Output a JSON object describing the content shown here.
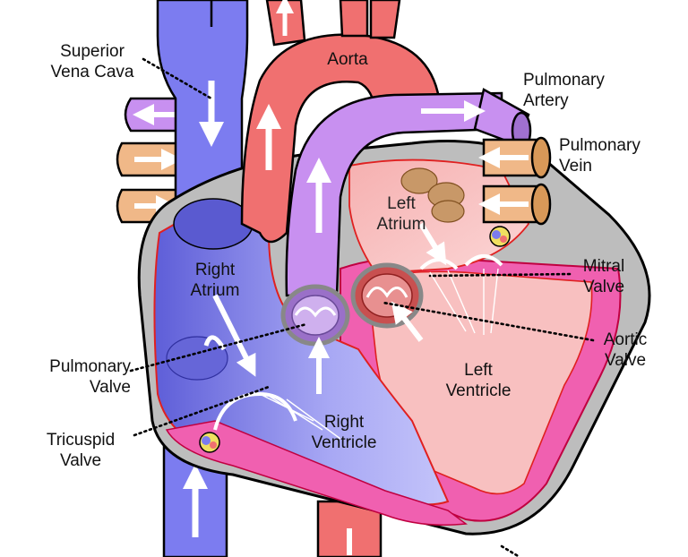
{
  "diagram": {
    "labels": {
      "superior_vena_cava": "Superior\nVena Cava",
      "aorta": "Aorta",
      "pulmonary_artery": "Pulmonary\nArtery",
      "pulmonary_vein": "Pulmonary\nVein",
      "left_atrium": "Left\nAtrium",
      "right_atrium": "Right\nAtrium",
      "mitral_valve": "Mitral\nValve",
      "aortic_valve": "Aortic\nValve",
      "pulmonary_valve": "Pulmonary\nValve",
      "left_ventricle": "Left\nVentricle",
      "right_ventricle": "Right\nVentricle",
      "tricuspid_valve": "Tricuspid\nValve"
    },
    "colors": {
      "deoxygenated": "#7c7cf0",
      "deoxygenated_dark": "#5858c8",
      "oxygenated": "#f07070",
      "oxygenated_dark": "#c84848",
      "pulmonary_artery": "#c890f0",
      "pulmonary_vein": "#f0b888",
      "left_heart_muscle": "#f060b0",
      "left_chamber": "#f8c0c0",
      "right_chamber": "#b8b8f8",
      "wall": "#b0b0b0"
    }
  }
}
